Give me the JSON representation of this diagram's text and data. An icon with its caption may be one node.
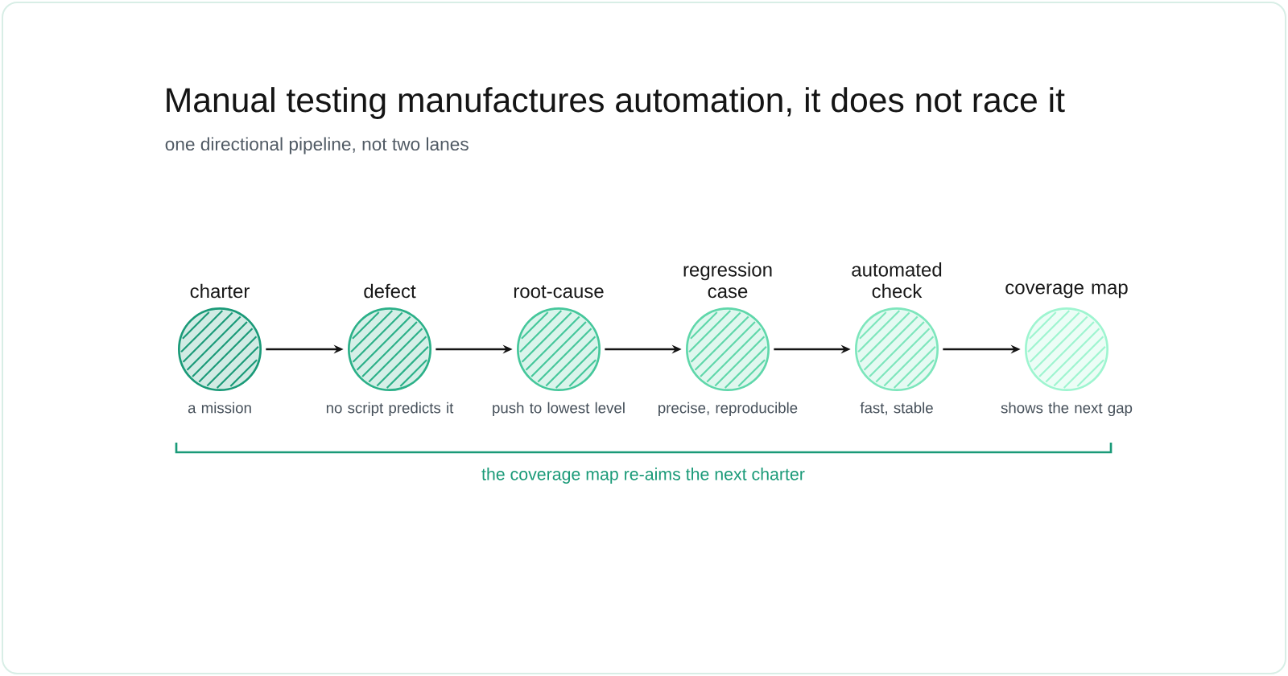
{
  "diagram": {
    "title": "Manual testing manufactures automation, it does not race it",
    "nodes": [
      {
        "text": [
          "charter"
        ],
        "beside": [
          "a mission"
        ]
      },
      {
        "text": [
          "defect"
        ],
        "beside": [
          "no script predicts it"
        ]
      },
      {
        "text": [
          "root-cause"
        ],
        "beside": [
          "push to lowest level"
        ]
      },
      {
        "text": [
          "regression case"
        ],
        "beside": [
          "precise, reproducible"
        ]
      },
      {
        "text": [
          "automated check"
        ],
        "beside": [
          "fast, stable"
        ]
      },
      {
        "text": [
          "coverage map"
        ],
        "beside": [
          "shows the next gap"
        ]
      }
    ],
    "edges": [
      {
        "from": 0,
        "to": 1,
        "arrow": "to"
      },
      {
        "from": 1,
        "to": 2,
        "arrow": "to"
      },
      {
        "from": 2,
        "to": 3,
        "arrow": "to"
      },
      {
        "from": 3,
        "to": 4,
        "arrow": "to"
      },
      {
        "from": 4,
        "to": 5,
        "arrow": "to"
      }
    ],
    "labels": [
      "one directional pipeline, not two lanes",
      "the coverage map re-aims the next charter"
    ]
  }
}
